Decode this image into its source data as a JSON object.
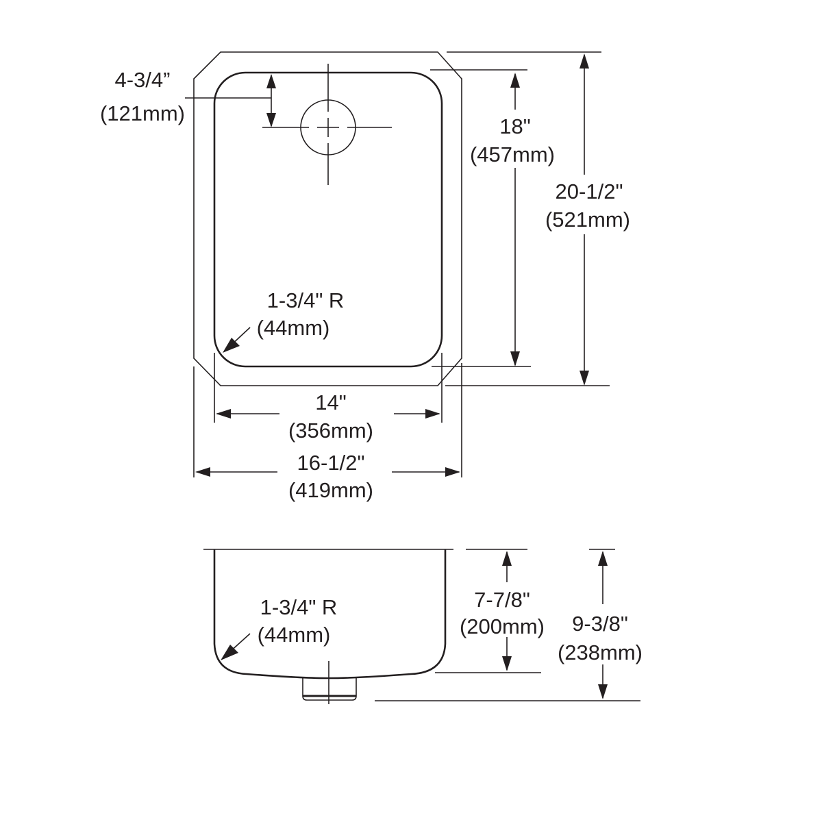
{
  "top_view": {
    "drain_offset": {
      "imperial": "4-3/4”",
      "metric": "(121mm)"
    },
    "bowl_length": {
      "imperial": "18\"",
      "metric": "(457mm)"
    },
    "overall_length": {
      "imperial": "20-1/2\"",
      "metric": "(521mm)"
    },
    "bowl_width": {
      "imperial": "14\"",
      "metric": "(356mm)"
    },
    "overall_width": {
      "imperial": "16-1/2\"",
      "metric": "(419mm)"
    },
    "corner_radius": {
      "imperial": "1-3/4\" R",
      "metric": "(44mm)"
    }
  },
  "side_view": {
    "corner_radius": {
      "imperial": "1-3/4\" R",
      "metric": "(44mm)"
    },
    "bowl_depth": {
      "imperial": "7-7/8\"",
      "metric": "(200mm)"
    },
    "overall_depth": {
      "imperial": "9-3/8\"",
      "metric": "(238mm)"
    }
  }
}
